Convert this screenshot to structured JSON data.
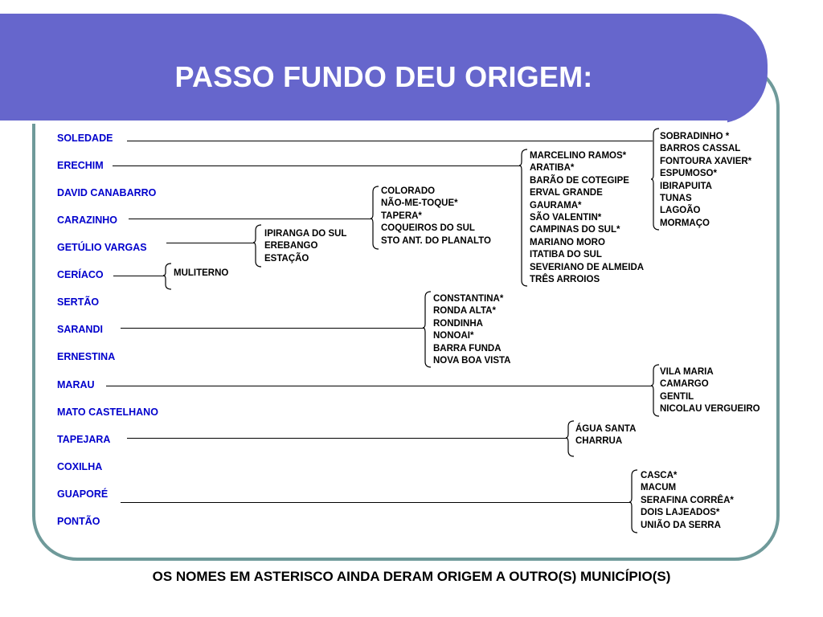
{
  "title": "PASSO FUNDO DEU ORIGEM:",
  "municipalities": [
    "SOLEDADE",
    "ERECHIM",
    "DAVID CANABARRO",
    "CARAZINHO",
    "GETÚLIO VARGAS",
    "CERÍACO",
    "SERTÃO",
    "SARANDI",
    "ERNESTINA",
    "MARAU",
    "MATO CASTELHANO",
    "TAPEJARA",
    "COXILHA",
    "GUAPORÉ",
    "PONTÃO"
  ],
  "groups": {
    "soledade": [
      "SOBRADINHO *",
      "BARROS CASSAL",
      "FONTOURA XAVIER*",
      "ESPUMOSO*",
      "IBIRAPUITA",
      "TUNAS",
      "LAGOÃO",
      "MORMAÇO"
    ],
    "erechim": [
      "MARCELINO RAMOS*",
      "ARATIBA*",
      "BARÃO DE COTEGIPE",
      "ERVAL GRANDE",
      "GAURAMA*",
      "SÃO VALENTIN*",
      "CAMPINAS DO SUL*",
      "MARIANO MORO",
      "ITATIBA DO SUL",
      "SEVERIANO DE ALMEIDA",
      "TRÊS ARROIOS"
    ],
    "carazinho": [
      "COLORADO",
      "NÃO-ME-TOQUE*",
      "TAPERA*",
      "COQUEIROS DO SUL",
      "STO ANT. DO PLANALTO"
    ],
    "getulio_vargas": [
      "IPIRANGA DO SUL",
      "EREBANGO",
      "ESTAÇÃO"
    ],
    "ceriaco": [
      "MULITERNO"
    ],
    "sarandi": [
      "CONSTANTINA*",
      "RONDA ALTA*",
      "RONDINHA",
      "NONOAI*",
      "BARRA FUNDA",
      "NOVA BOA VISTA"
    ],
    "marau": [
      "VILA MARIA",
      "CAMARGO",
      "GENTIL",
      "NICOLAU VERGUEIRO"
    ],
    "tapejara": [
      "ÁGUA SANTA",
      "CHARRUA"
    ],
    "guapore": [
      "CASCA*",
      "MACUM",
      "SERAFINA CORRÊA*",
      "DOIS LAJEADOS*",
      "UNIÃO DA SERRA"
    ]
  },
  "footer": "OS NOMES EM ASTERISCO AINDA DERAM ORIGEM A OUTRO(S) MUNICÍPIO(S)",
  "colors": {
    "header": "#6666cc",
    "frame": "#6f9a9a",
    "municipality_text": "#0000cc",
    "group_text": "#000000"
  }
}
